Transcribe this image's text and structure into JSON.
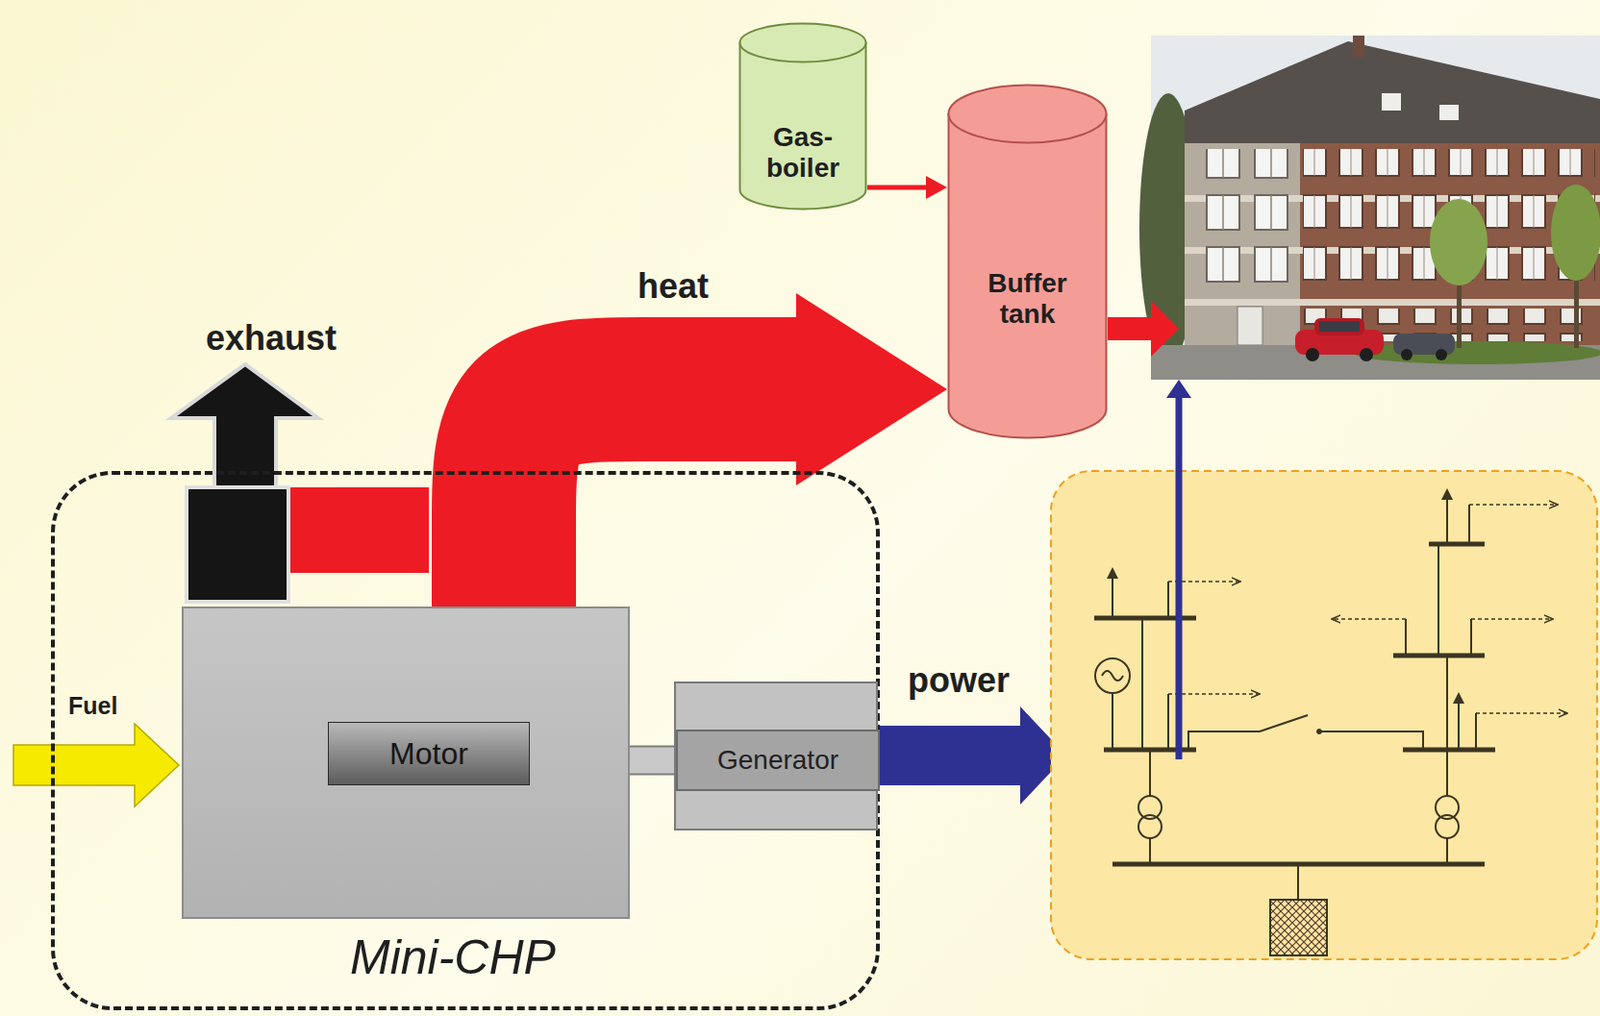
{
  "diagram": {
    "nodes": [
      {
        "text": [
          "Gas- boiler"
        ]
      },
      {
        "text": [
          "Buffer tank"
        ]
      },
      {
        "text": [
          "Mini-CHP"
        ]
      },
      {
        "text": [
          "Motor"
        ],
        "in": 2
      },
      {
        "text": [
          "Generator"
        ],
        "in": 2
      }
    ],
    "edges": [
      {
        "from": 0,
        "to": 1,
        "arrow": "to"
      },
      {
        "from": 3,
        "to": 1,
        "label": "heat",
        "arrow": "to"
      },
      {
        "from": 3,
        "to": 4,
        "arrow": "none"
      }
    ],
    "labels": [
      "exhaust",
      "Fuel",
      "power"
    ]
  }
}
